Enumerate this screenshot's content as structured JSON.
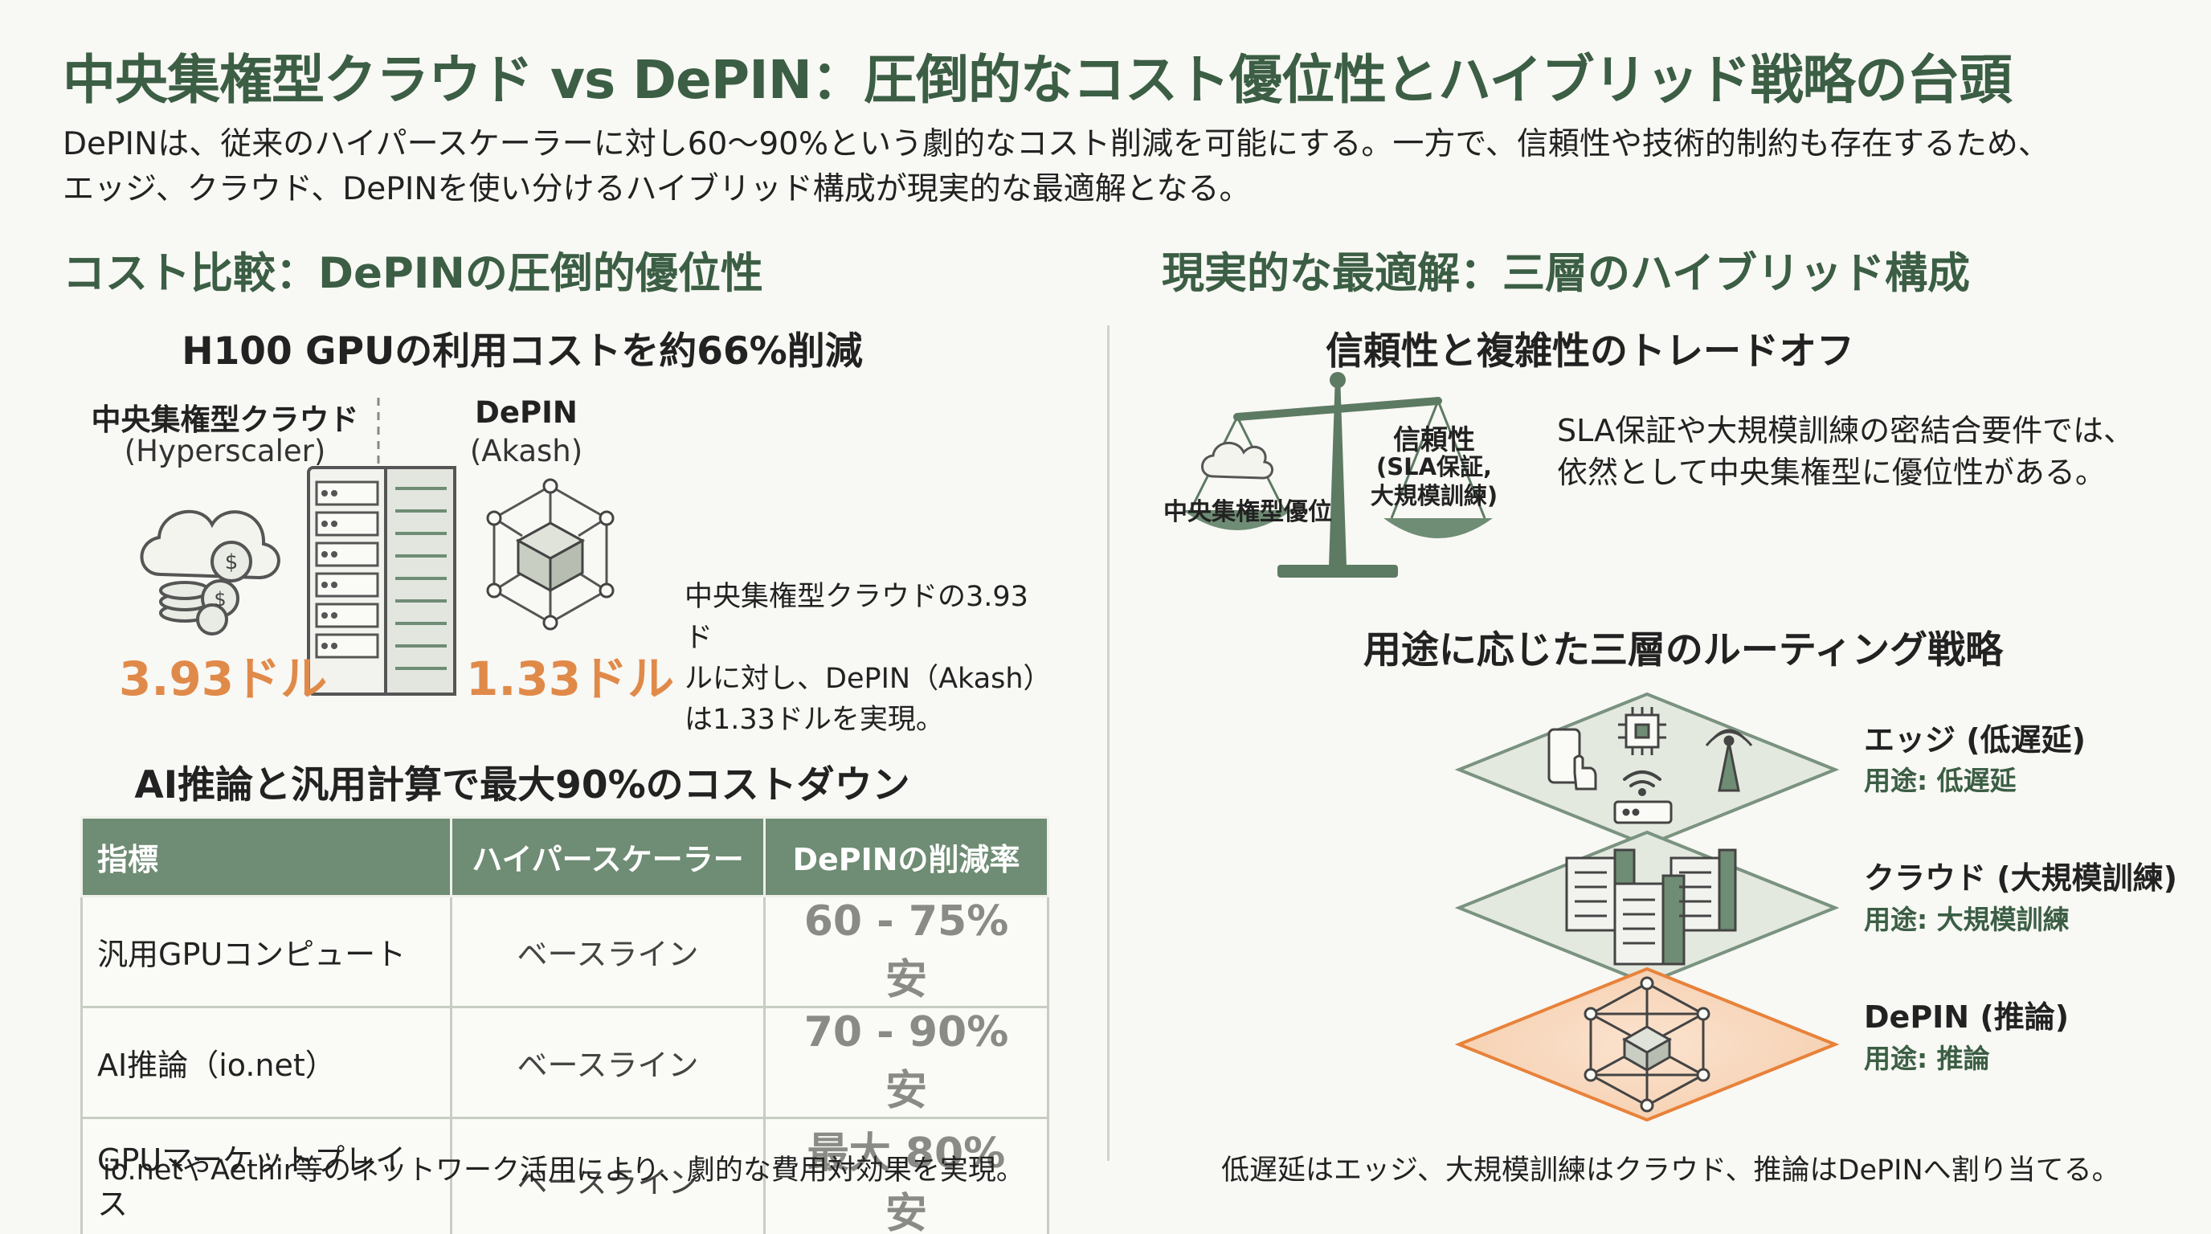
{
  "title": "中央集権型クラウド vs DePIN：圧倒的なコスト優位性とハイブリッド戦略の台頭",
  "intro": {
    "line1": "DePINは、従来のハイパースケーラーに対し60〜90%という劇的なコスト削減を可能にする。一方で、信頼性や技術的制約も存在するため、",
    "line2": "エッジ、クラウド、DePINを使い分けるハイブリッド構成が現実的な最適解となる。"
  },
  "left": {
    "heading": "コスト比較：DePINの圧倒的優位性",
    "h100": {
      "heading": "H100 GPUの利用コストを約66%削減",
      "central_label": "中央集権型クラウド",
      "central_sub": "(Hyperscaler)",
      "depin_label": "DePIN",
      "depin_sub": "(Akash)",
      "central_price": "3.93ドル",
      "depin_price": "1.33ドル",
      "note_l1": "中央集権型クラウドの3.93ド",
      "note_l2": "ルに対し、DePIN（Akash）",
      "note_l3": "は1.33ドルを実現。"
    },
    "table": {
      "heading": "AI推論と汎用計算で最大90%のコストダウン",
      "headers": [
        "指標",
        "ハイパースケーラー",
        "DePINの削減率"
      ],
      "rows": [
        [
          "汎用GPUコンピュート",
          "ベースライン",
          "60 - 75% 安"
        ],
        [
          "AI推論（io.net）",
          "ベースライン",
          "70 - 90% 安"
        ],
        [
          "GPUマーケットプレイス",
          "ベースライン",
          "最大 80% 安"
        ]
      ],
      "footnote": "io.netやAethir等のネットワーク活用により、劇的な費用対効果を実現。"
    }
  },
  "right": {
    "heading": "現実的な最適解：三層のハイブリッド構成",
    "tradeoff": {
      "heading": "信頼性と複雑性のトレードオフ",
      "scale_left": "中央集権型優位",
      "scale_right_title": "信頼性",
      "scale_right_l1": "(SLA保証,",
      "scale_right_l2": "大規模訓練)",
      "text_l1": "SLA保証や大規模訓練の密結合要件では、",
      "text_l2": "依然として中央集権型に優位性がある。"
    },
    "routing": {
      "heading": "用途に応じた三層のルーティング戦略",
      "layers": [
        {
          "title": "エッジ (低遅延)",
          "usage": "用途: 低遅延"
        },
        {
          "title": "クラウド (大規模訓練)",
          "usage": "用途: 大規模訓練"
        },
        {
          "title": "DePIN (推論)",
          "usage": "用途: 推論"
        }
      ],
      "footnote": "低遅延はエッジ、大規模訓練はクラウド、推論はDePINへ割り当てる。"
    }
  },
  "icons": [
    "cloud-coin-icon",
    "server-rack-icon",
    "network-cube-icon",
    "balance-scale-icon",
    "cloud-icon",
    "smartphone-icon",
    "chip-icon",
    "wifi-icon",
    "antenna-icon",
    "router-icon",
    "server-cluster-icon",
    "network-mesh-icon"
  ],
  "colors": {
    "accent_green": "#3b5e44",
    "table_header": "#6f8c74",
    "price_orange": "#e08a4a",
    "depin_layer": "#e8823a"
  }
}
